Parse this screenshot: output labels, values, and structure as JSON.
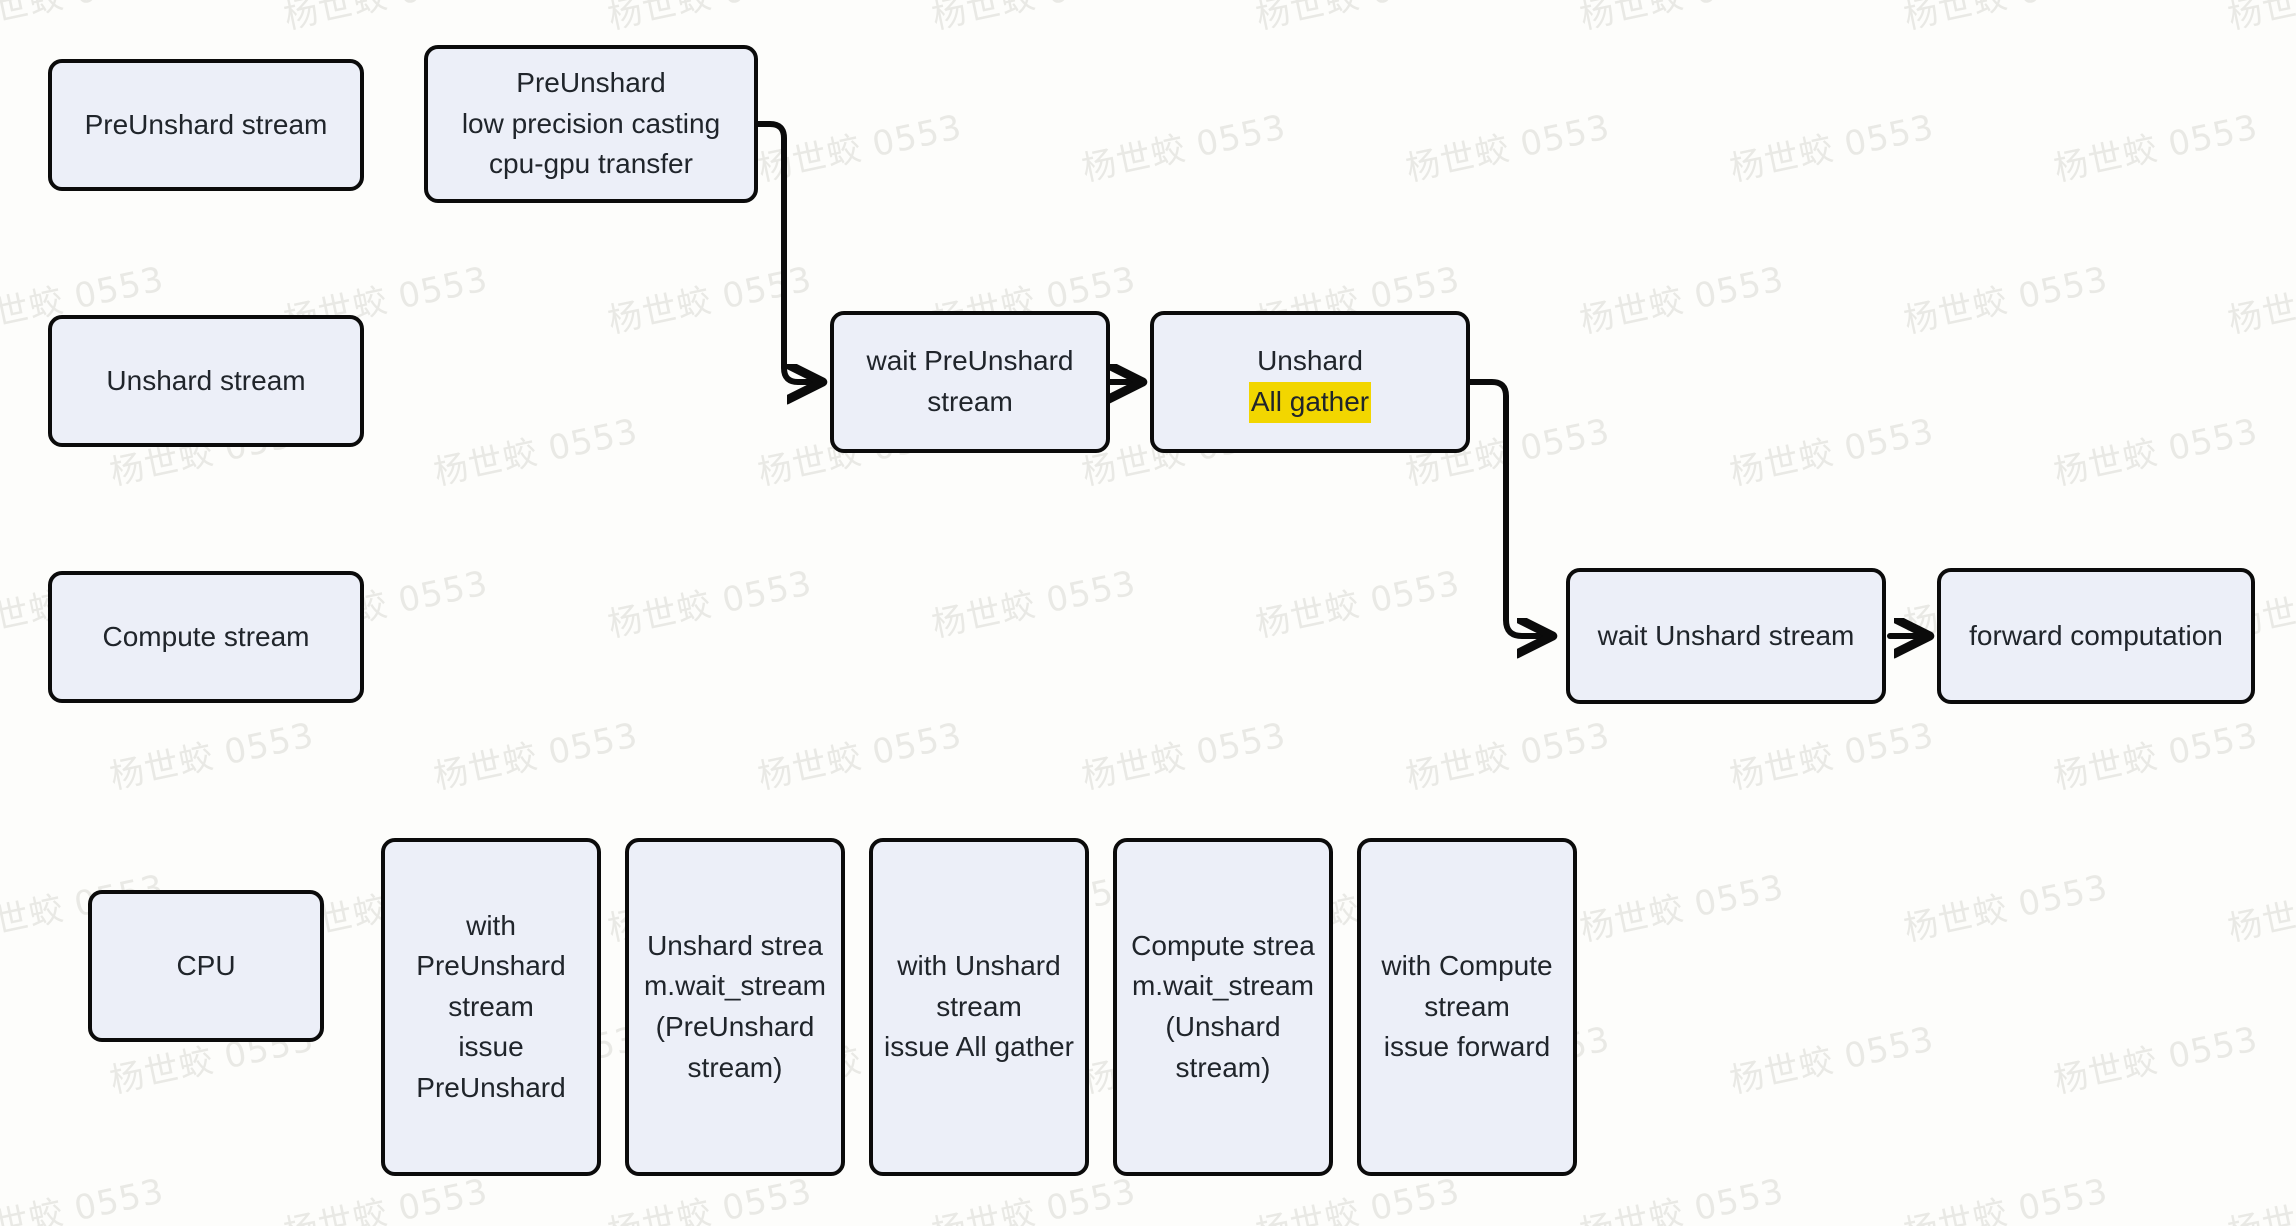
{
  "diagram": {
    "title": "FSDP stream pipeline diagram",
    "background_color": "#fdfdfb",
    "node_fill_color": "#eceff8",
    "node_border_color": "#0b0b0b",
    "highlight_color": "#f2d600",
    "text_color": "#20252b",
    "watermark_text": "杨世蛟 0553",
    "watermark_color": "#e9e9e5"
  },
  "lanes": [
    {
      "id": "lane-preunshard",
      "label": "PreUnshard stream"
    },
    {
      "id": "lane-unshard",
      "label": "Unshard stream"
    },
    {
      "id": "lane-compute",
      "label": "Compute stream"
    },
    {
      "id": "lane-cpu",
      "label": "CPU"
    }
  ],
  "nodes": {
    "preunshard_task": {
      "lines": [
        "PreUnshard",
        "low precision casting",
        "cpu-gpu transfer"
      ]
    },
    "wait_preunshard": {
      "lines": [
        "wait PreUnshard",
        "stream"
      ]
    },
    "unshard_allgather": {
      "lines": [
        "Unshard"
      ],
      "highlighted_line": "All gather"
    },
    "wait_unshard": {
      "lines": [
        "wait Unshard stream"
      ]
    },
    "forward_computation": {
      "lines": [
        "forward computation"
      ]
    }
  },
  "cpu_steps": [
    {
      "id": "cpu-step-1",
      "lines": [
        "with",
        "PreUnshard",
        "stream",
        "issue",
        "PreUnshard"
      ]
    },
    {
      "id": "cpu-step-2",
      "lines": [
        "Unshard strea",
        "m.wait_stream",
        "(PreUnshard",
        "stream)"
      ]
    },
    {
      "id": "cpu-step-3",
      "lines": [
        "with Unshard",
        "stream",
        "issue All gather"
      ]
    },
    {
      "id": "cpu-step-4",
      "lines": [
        "Compute strea",
        "m.wait_stream",
        "(Unshard",
        "stream)"
      ]
    },
    {
      "id": "cpu-step-5",
      "lines": [
        "with Compute",
        "stream",
        "issue forward"
      ]
    }
  ],
  "edges": [
    {
      "id": "edge-preunshard-to-wait",
      "from": "preunshard_task",
      "to": "wait_preunshard",
      "kind": "elbow-down"
    },
    {
      "id": "edge-wait-to-unshard",
      "from": "wait_preunshard",
      "to": "unshard_allgather",
      "kind": "straight"
    },
    {
      "id": "edge-unshard-to-waitunshard",
      "from": "unshard_allgather",
      "to": "wait_unshard",
      "kind": "elbow-down"
    },
    {
      "id": "edge-waitunshard-to-forward",
      "from": "wait_unshard",
      "to": "forward_computation",
      "kind": "straight"
    }
  ]
}
